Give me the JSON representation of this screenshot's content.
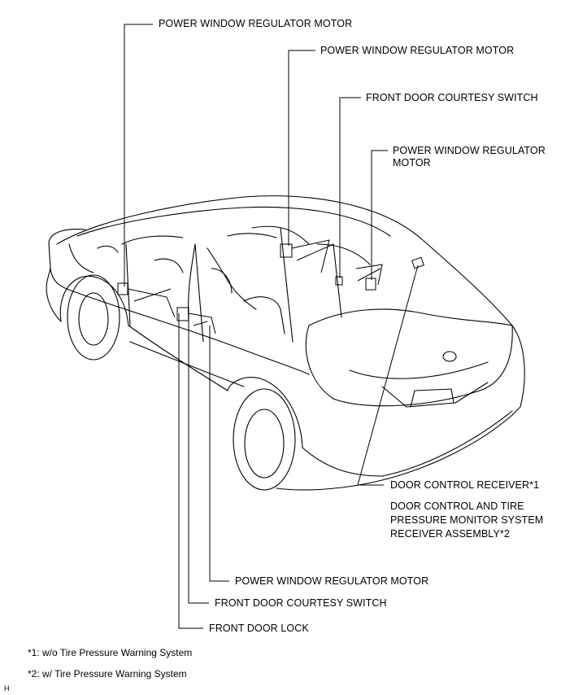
{
  "callouts": {
    "pwr_rear_left": "POWER WINDOW REGULATOR MOTOR",
    "pwr_front_right": "POWER WINDOW REGULATOR MOTOR",
    "courtesy_right": "FRONT DOOR COURTESY SWITCH",
    "pwr_rear_right_1": "POWER WINDOW REGULATOR",
    "pwr_rear_right_2": "MOTOR",
    "receiver_1": "DOOR CONTROL RECEIVER*1",
    "receiver_2_l1": "DOOR CONTROL AND TIRE",
    "receiver_2_l2": "PRESSURE MONITOR SYSTEM",
    "receiver_2_l3": "RECEIVER ASSEMBLY*2",
    "pwr_front_left": "POWER WINDOW REGULATOR MOTOR",
    "courtesy_left": "FRONT DOOR COURTESY SWITCH",
    "door_lock": "FRONT DOOR LOCK"
  },
  "footnotes": {
    "note1": "*1: w/o Tire Pressure Warning System",
    "note2": "*2: w/ Tire Pressure Warning System"
  },
  "corner_mark": "H"
}
